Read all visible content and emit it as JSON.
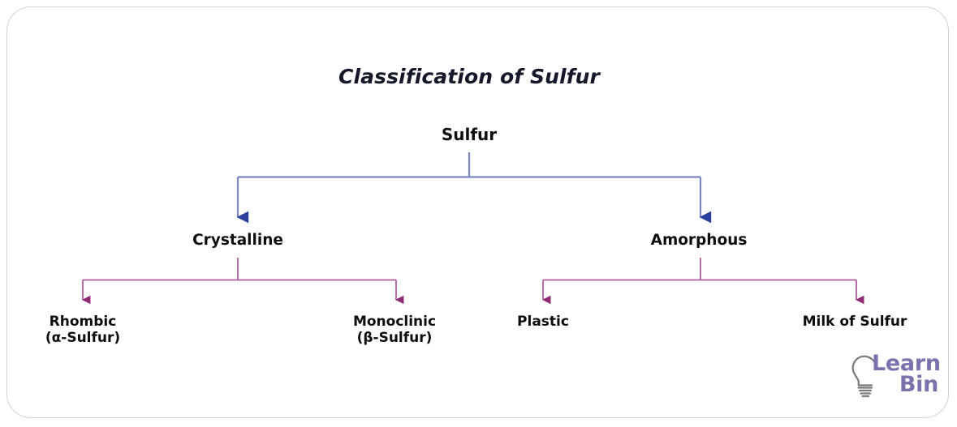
{
  "diagram": {
    "title": "Classification of Sulfur",
    "type": "tree",
    "root": {
      "label": "Sulfur"
    },
    "level1": [
      {
        "label": "Crystalline"
      },
      {
        "label": "Amorphous"
      }
    ],
    "leaves": [
      {
        "label": "Rhombic",
        "sub": "(α-Sulfur)"
      },
      {
        "label": "Monoclinic",
        "sub": "(β-Sulfur)"
      },
      {
        "label": "Plastic",
        "sub": ""
      },
      {
        "label": "Milk of Sulfur",
        "sub": ""
      }
    ]
  },
  "colors": {
    "level1_line": "#7b87c4",
    "level1_arrow": "#2b3f9e",
    "level2_line": "#b05d9e",
    "level2_arrow": "#8e2a73",
    "title_text": "#15172b",
    "node_text": "#0d0d0d",
    "card_border": "#d2d2d2",
    "logo_text": "#7b72ad",
    "logo_bulb": "#7a7a7a",
    "background": "#ffffff"
  },
  "logo": {
    "line1": "Learn",
    "line2": "Bin",
    "icon": "lightbulb-icon"
  }
}
